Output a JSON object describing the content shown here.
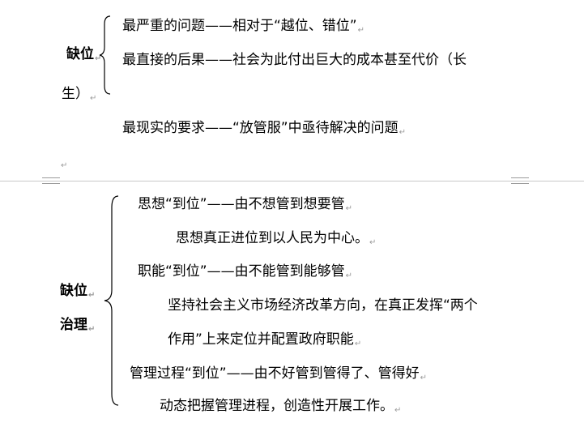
{
  "section1": {
    "heading": "缺位",
    "items": [
      "最严重的问题——相对于“越位、错位”",
      "最直接的后果——社会为此付出巨大的成本甚至代价（长",
      "生）",
      "最现实的要求——“放管服”中亟待解决的问题"
    ]
  },
  "section2": {
    "heading_line1": "缺位",
    "heading_line2": "治理",
    "items": [
      "思想“到位”——由不想管到想要管",
      "思想真正进位到以人民为中心。",
      "职能“到位”——由不能管到能够管",
      "坚持社会主义市场经济改革方向，在真正发挥“两个",
      "作用”上来定位并配置政府职能",
      "管理过程“到位”——由不好管到管得了、管得好",
      "动态把握管理进程，创造性开展工作。"
    ]
  },
  "marks": {
    "paragraph_mark": "↵"
  }
}
